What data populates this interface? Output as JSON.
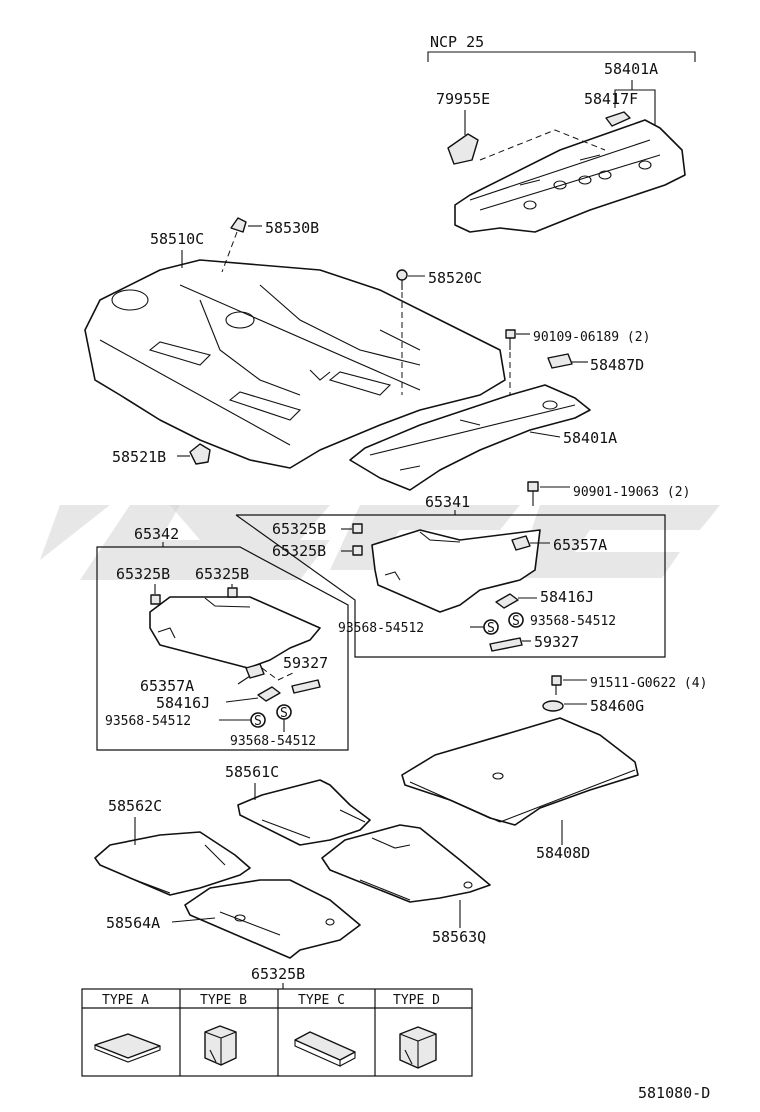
{
  "diagram": {
    "ref_code": "581080-D",
    "variant_note": "NCP 25",
    "group_labels": {
      "box_right": "65341",
      "box_left": "65342",
      "type_table": "65325B"
    },
    "callouts": [
      {
        "id": "c01",
        "text": "58401A"
      },
      {
        "id": "c02",
        "text": "79955E"
      },
      {
        "id": "c03",
        "text": "58417F"
      },
      {
        "id": "c04",
        "text": "58510C"
      },
      {
        "id": "c05",
        "text": "58530B"
      },
      {
        "id": "c06",
        "text": "58520C"
      },
      {
        "id": "c07",
        "text": "90109-06189 (2)"
      },
      {
        "id": "c08",
        "text": "58487D"
      },
      {
        "id": "c09",
        "text": "58401A"
      },
      {
        "id": "c10",
        "text": "58521B"
      },
      {
        "id": "c11",
        "text": "90901-19063 (2)"
      },
      {
        "id": "c12",
        "text": "65325B"
      },
      {
        "id": "c13",
        "text": "65325B"
      },
      {
        "id": "c14",
        "text": "65357A"
      },
      {
        "id": "c15",
        "text": "58416J"
      },
      {
        "id": "c16",
        "text": "93568-54512"
      },
      {
        "id": "c17",
        "text": "93568-54512"
      },
      {
        "id": "c18",
        "text": "59327"
      },
      {
        "id": "c19",
        "text": "65325B"
      },
      {
        "id": "c20",
        "text": "65325B"
      },
      {
        "id": "c21",
        "text": "59327"
      },
      {
        "id": "c22",
        "text": "65357A"
      },
      {
        "id": "c23",
        "text": "58416J"
      },
      {
        "id": "c24",
        "text": "93568-54512"
      },
      {
        "id": "c25",
        "text": "93568-54512"
      },
      {
        "id": "c26",
        "text": "91511-G0622 (4)"
      },
      {
        "id": "c27",
        "text": "58460G"
      },
      {
        "id": "c28",
        "text": "58561C"
      },
      {
        "id": "c29",
        "text": "58562C"
      },
      {
        "id": "c30",
        "text": "58408D"
      },
      {
        "id": "c31",
        "text": "58564A"
      },
      {
        "id": "c32",
        "text": "58563Q"
      }
    ],
    "type_table": {
      "headers": [
        "TYPE A",
        "TYPE B",
        "TYPE C",
        "TYPE D"
      ]
    },
    "s_mark": "S"
  }
}
